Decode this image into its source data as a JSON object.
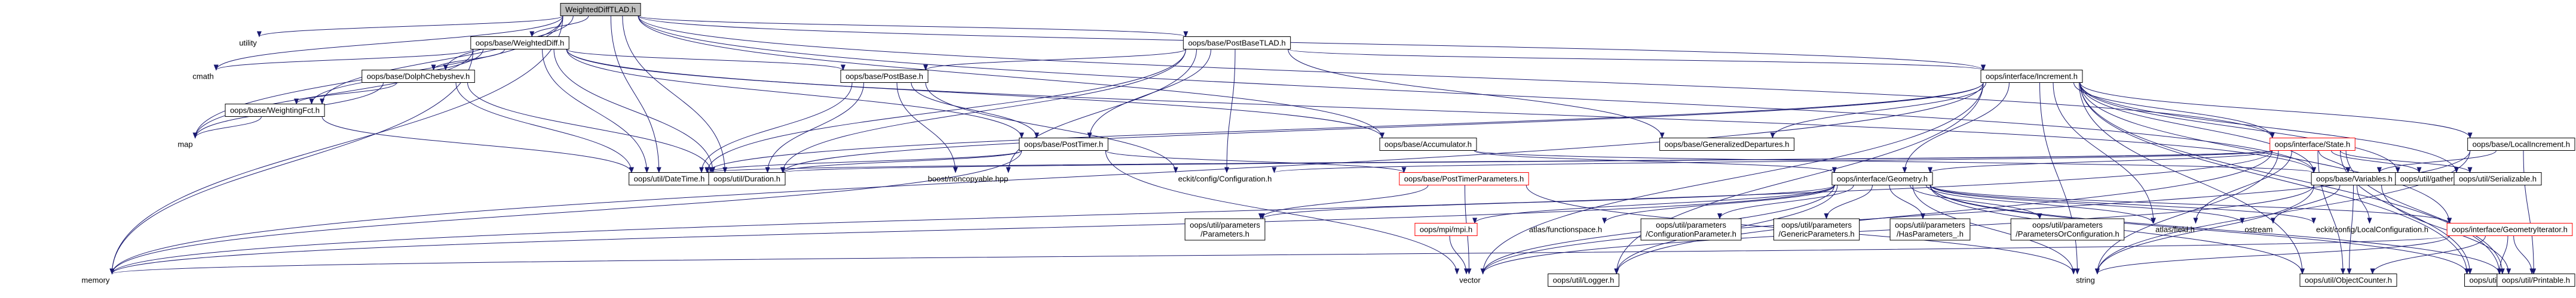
{
  "colors": {
    "edge": "#191970",
    "box_border": "#000000",
    "box_fill": "#ffffff",
    "root_fill": "#bfbfbf",
    "missing_border": "#ff0000"
  },
  "nodes": [
    {
      "id": "root",
      "label": "WeightedDiffTLAD.h",
      "style": "root"
    },
    {
      "id": "utility",
      "label": "utility",
      "style": "plain"
    },
    {
      "id": "cmath",
      "label": "cmath",
      "style": "plain"
    },
    {
      "id": "wdiff",
      "label": "oops/base/WeightedDiff.h",
      "style": "box"
    },
    {
      "id": "pbtlad",
      "label": "oops/base/PostBaseTLAD.h",
      "style": "box"
    },
    {
      "id": "dolph",
      "label": "oops/base/DolphChebyshev.h",
      "style": "box"
    },
    {
      "id": "postbase",
      "label": "oops/base/PostBase.h",
      "style": "box"
    },
    {
      "id": "increment",
      "label": "oops/interface/Increment.h",
      "style": "box"
    },
    {
      "id": "weightfct",
      "label": "oops/base/WeightingFct.h",
      "style": "box"
    },
    {
      "id": "map",
      "label": "map",
      "style": "plain"
    },
    {
      "id": "posttimer",
      "label": "oops/base/PostTimer.h",
      "style": "box"
    },
    {
      "id": "accum",
      "label": "oops/base/Accumulator.h",
      "style": "box"
    },
    {
      "id": "gendep",
      "label": "oops/base/GeneralizedDepartures.h",
      "style": "box"
    },
    {
      "id": "state",
      "label": "oops/interface/State.h",
      "style": "missing"
    },
    {
      "id": "localinc",
      "label": "oops/base/LocalIncrement.h",
      "style": "box"
    },
    {
      "id": "datetime",
      "label": "oops/util/DateTime.h",
      "style": "box"
    },
    {
      "id": "duration",
      "label": "oops/util/Duration.h",
      "style": "box"
    },
    {
      "id": "noncopy",
      "label": "boost/noncopyable.hpp",
      "style": "plain"
    },
    {
      "id": "eckitconf",
      "label": "eckit/config/Configuration.h",
      "style": "plain"
    },
    {
      "id": "ptparams",
      "label": "oops/base/PostTimerParameters.h",
      "style": "missing"
    },
    {
      "id": "geometry",
      "label": "oops/interface/Geometry.h",
      "style": "box"
    },
    {
      "id": "variables",
      "label": "oops/base/Variables.h",
      "style": "box"
    },
    {
      "id": "gatherprint",
      "label": "oops/util/gatherPrint.h",
      "style": "box"
    },
    {
      "id": "serializable",
      "label": "oops/util/Serializable.h",
      "style": "box"
    },
    {
      "id": "memory",
      "label": "memory",
      "style": "plain"
    },
    {
      "id": "utilparams",
      "label": [
        "oops/util/parameters",
        "/Parameters.h"
      ],
      "style": "box"
    },
    {
      "id": "mpih",
      "label": "oops/mpi/mpi.h",
      "style": "missing"
    },
    {
      "id": "atlasfs",
      "label": "atlas/functionspace.h",
      "style": "plain"
    },
    {
      "id": "confparam",
      "label": [
        "oops/util/parameters",
        "/ConfigurationParameter.h"
      ],
      "style": "box"
    },
    {
      "id": "genparams",
      "label": [
        "oops/util/parameters",
        "/GenericParameters.h"
      ],
      "style": "box"
    },
    {
      "id": "hasparams",
      "label": [
        "oops/util/parameters",
        "/HasParameters_.h"
      ],
      "style": "box"
    },
    {
      "id": "paramsorconf",
      "label": [
        "oops/util/parameters",
        "/ParametersOrConfiguration.h"
      ],
      "style": "box"
    },
    {
      "id": "atlasfield",
      "label": "atlas/field.h",
      "style": "plain"
    },
    {
      "id": "ostream",
      "label": "ostream",
      "style": "plain"
    },
    {
      "id": "eckitlocal",
      "label": "eckit/config/LocalConfiguration.h",
      "style": "plain"
    },
    {
      "id": "geomiter",
      "label": "oops/interface/GeometryIterator.h",
      "style": "missing"
    },
    {
      "id": "vector",
      "label": "vector",
      "style": "plain"
    },
    {
      "id": "logger",
      "label": "oops/util/Logger.h",
      "style": "box"
    },
    {
      "id": "string",
      "label": "string",
      "style": "plain"
    },
    {
      "id": "objcounter",
      "label": "oops/util/ObjectCounter.h",
      "style": "box"
    },
    {
      "id": "timer",
      "label": "oops/util/Timer.h",
      "style": "box"
    },
    {
      "id": "printable",
      "label": "oops/util/Printable.h",
      "style": "box"
    }
  ],
  "edges": [
    [
      "root",
      "utility"
    ],
    [
      "root",
      "cmath"
    ],
    [
      "root",
      "wdiff"
    ],
    [
      "root",
      "pbtlad"
    ],
    [
      "root",
      "dolph"
    ],
    [
      "root",
      "weightfct"
    ],
    [
      "root",
      "map"
    ],
    [
      "root",
      "memory"
    ],
    [
      "root",
      "datetime"
    ],
    [
      "root",
      "duration"
    ],
    [
      "root",
      "increment"
    ],
    [
      "root",
      "accum"
    ],
    [
      "root",
      "state"
    ],
    [
      "root",
      "variables"
    ],
    [
      "wdiff",
      "cmath"
    ],
    [
      "wdiff",
      "dolph"
    ],
    [
      "wdiff",
      "postbase"
    ],
    [
      "wdiff",
      "weightfct"
    ],
    [
      "wdiff",
      "map"
    ],
    [
      "wdiff",
      "datetime"
    ],
    [
      "wdiff",
      "duration"
    ],
    [
      "wdiff",
      "accum"
    ],
    [
      "wdiff",
      "posttimer"
    ],
    [
      "wdiff",
      "memory"
    ],
    [
      "wdiff",
      "variables"
    ],
    [
      "pbtlad",
      "postbase"
    ],
    [
      "pbtlad",
      "increment"
    ],
    [
      "pbtlad",
      "gendep"
    ],
    [
      "pbtlad",
      "posttimer"
    ],
    [
      "pbtlad",
      "datetime"
    ],
    [
      "pbtlad",
      "duration"
    ],
    [
      "pbtlad",
      "noncopy"
    ],
    [
      "pbtlad",
      "eckitconf"
    ],
    [
      "dolph",
      "weightfct"
    ],
    [
      "dolph",
      "datetime"
    ],
    [
      "dolph",
      "duration"
    ],
    [
      "dolph",
      "map"
    ],
    [
      "weightfct",
      "map"
    ],
    [
      "weightfct",
      "datetime"
    ],
    [
      "postbase",
      "posttimer"
    ],
    [
      "postbase",
      "datetime"
    ],
    [
      "postbase",
      "duration"
    ],
    [
      "postbase",
      "noncopy"
    ],
    [
      "postbase",
      "eckitconf"
    ],
    [
      "posttimer",
      "datetime"
    ],
    [
      "posttimer",
      "duration"
    ],
    [
      "posttimer",
      "ptparams"
    ],
    [
      "posttimer",
      "vector"
    ],
    [
      "posttimer",
      "memory"
    ],
    [
      "accum",
      "geometry"
    ],
    [
      "accum",
      "variables"
    ],
    [
      "increment",
      "gendep"
    ],
    [
      "increment",
      "state"
    ],
    [
      "increment",
      "localinc"
    ],
    [
      "increment",
      "geometry"
    ],
    [
      "increment",
      "variables"
    ],
    [
      "increment",
      "datetime"
    ],
    [
      "increment",
      "duration"
    ],
    [
      "increment",
      "gatherprint"
    ],
    [
      "increment",
      "serializable"
    ],
    [
      "increment",
      "atlasfield"
    ],
    [
      "increment",
      "memory"
    ],
    [
      "increment",
      "string"
    ],
    [
      "increment",
      "objcounter"
    ],
    [
      "increment",
      "timer"
    ],
    [
      "increment",
      "printable"
    ],
    [
      "increment",
      "logger"
    ],
    [
      "increment",
      "vector"
    ],
    [
      "increment",
      "geomiter"
    ],
    [
      "state",
      "geometry"
    ],
    [
      "state",
      "variables"
    ],
    [
      "state",
      "gatherprint"
    ],
    [
      "state",
      "serializable"
    ],
    [
      "state",
      "eckitconf"
    ],
    [
      "state",
      "datetime"
    ],
    [
      "state",
      "duration"
    ],
    [
      "state",
      "memory"
    ],
    [
      "state",
      "string"
    ],
    [
      "state",
      "timer"
    ],
    [
      "state",
      "printable"
    ],
    [
      "state",
      "objcounter"
    ],
    [
      "state",
      "logger"
    ],
    [
      "state",
      "atlasfield"
    ],
    [
      "localinc",
      "variables"
    ],
    [
      "localinc",
      "printable"
    ],
    [
      "localinc",
      "string"
    ],
    [
      "localinc",
      "vector"
    ],
    [
      "ptparams",
      "utilparams"
    ],
    [
      "ptparams",
      "vector"
    ],
    [
      "ptparams",
      "string"
    ],
    [
      "geometry",
      "utilparams"
    ],
    [
      "geometry",
      "mpih"
    ],
    [
      "geometry",
      "atlasfs"
    ],
    [
      "geometry",
      "confparam"
    ],
    [
      "geometry",
      "genparams"
    ],
    [
      "geometry",
      "hasparams"
    ],
    [
      "geometry",
      "paramsorconf"
    ],
    [
      "geometry",
      "atlasfield"
    ],
    [
      "geometry",
      "ostream"
    ],
    [
      "geometry",
      "eckitlocal"
    ],
    [
      "geometry",
      "geomiter"
    ],
    [
      "geometry",
      "memory"
    ],
    [
      "geometry",
      "vector"
    ],
    [
      "geometry",
      "logger"
    ],
    [
      "geometry",
      "string"
    ],
    [
      "geometry",
      "objcounter"
    ],
    [
      "geometry",
      "timer"
    ],
    [
      "geometry",
      "printable"
    ],
    [
      "variables",
      "ostream"
    ],
    [
      "variables",
      "eckitlocal"
    ],
    [
      "variables",
      "string"
    ],
    [
      "variables",
      "vector"
    ],
    [
      "variables",
      "printable"
    ],
    [
      "variables",
      "objcounter"
    ],
    [
      "mpih",
      "vector"
    ],
    [
      "geomiter",
      "memory"
    ],
    [
      "geomiter",
      "string"
    ],
    [
      "geomiter",
      "objcounter"
    ],
    [
      "geomiter",
      "timer"
    ],
    [
      "geomiter",
      "printable"
    ]
  ]
}
